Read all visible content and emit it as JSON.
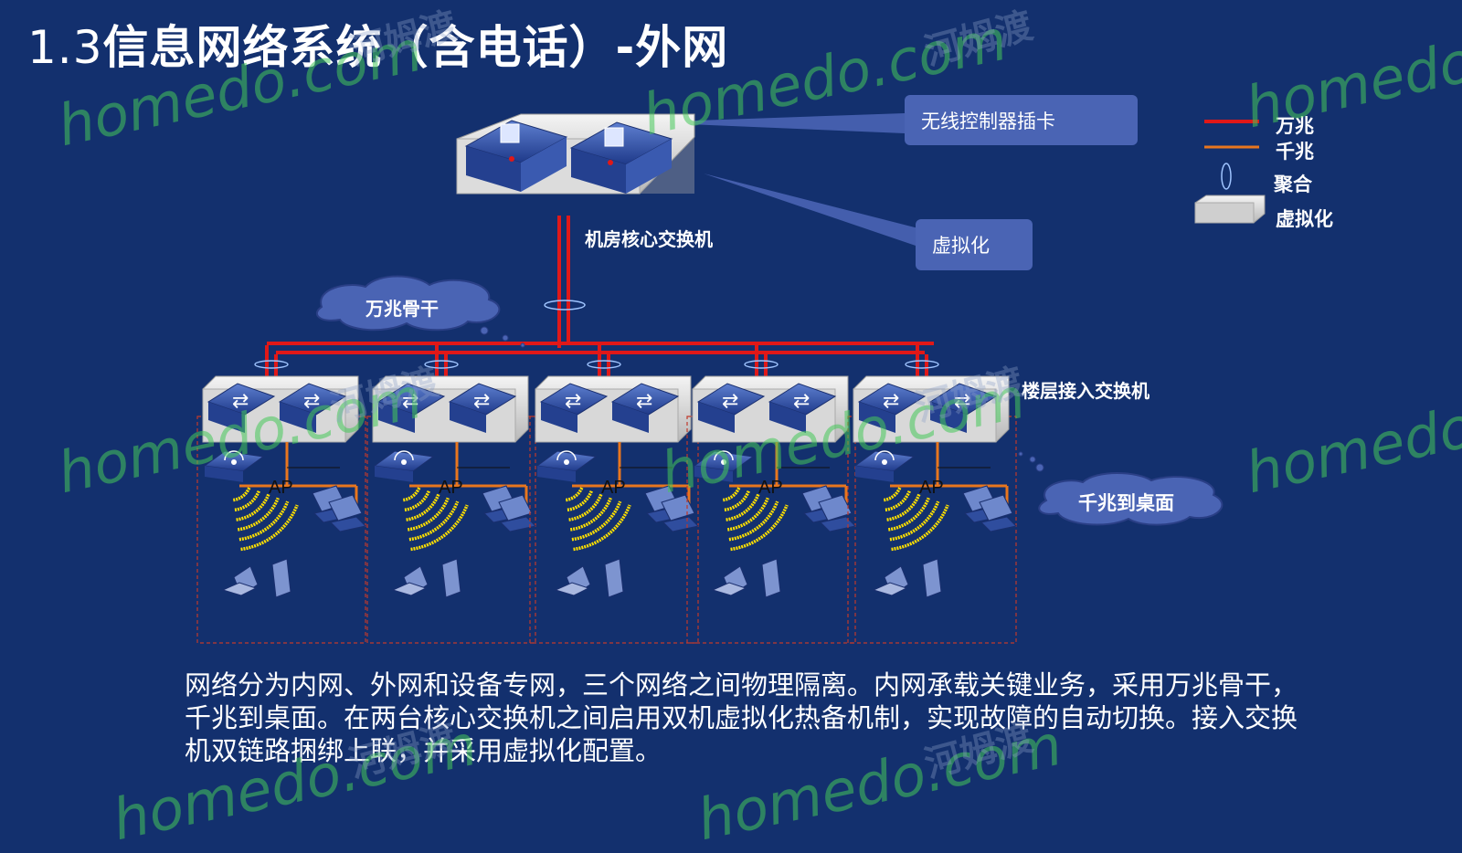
{
  "title": {
    "number": "1.3",
    "text": "信息网络系统（含电话）-外网"
  },
  "callouts": {
    "wireless_controller": "无线控制器插卡",
    "virtualization": "虚拟化"
  },
  "labels": {
    "core_switch": "机房核心交换机",
    "backbone": "万兆骨干",
    "floor_switch": "楼层接入交换机",
    "gigabit_desktop": "千兆到桌面",
    "ap": "AP"
  },
  "legend": {
    "ten_gig": "万兆",
    "gig": "千兆",
    "aggregation": "聚合",
    "virtualization": "虚拟化"
  },
  "colors": {
    "background": "#13306e",
    "ten_gig_line": "#e01818",
    "gig_line": "#e8761e",
    "wifi_waves": "#ffe000",
    "callout": "#4a64b4"
  },
  "description": [
    "网络分为内网、外网和设备专网，三个网络之间物理隔离。内网承载关键业务，采用万兆骨干，",
    "千兆到桌面。在两台核心交换机之间启用双机虚拟化热备机制，实现故障的自动切换。接入交换",
    "机双链路捆绑上联，并采用虚拟化配置。"
  ],
  "watermark": {
    "en": "homedo.com",
    "cn": "河姆渡"
  }
}
